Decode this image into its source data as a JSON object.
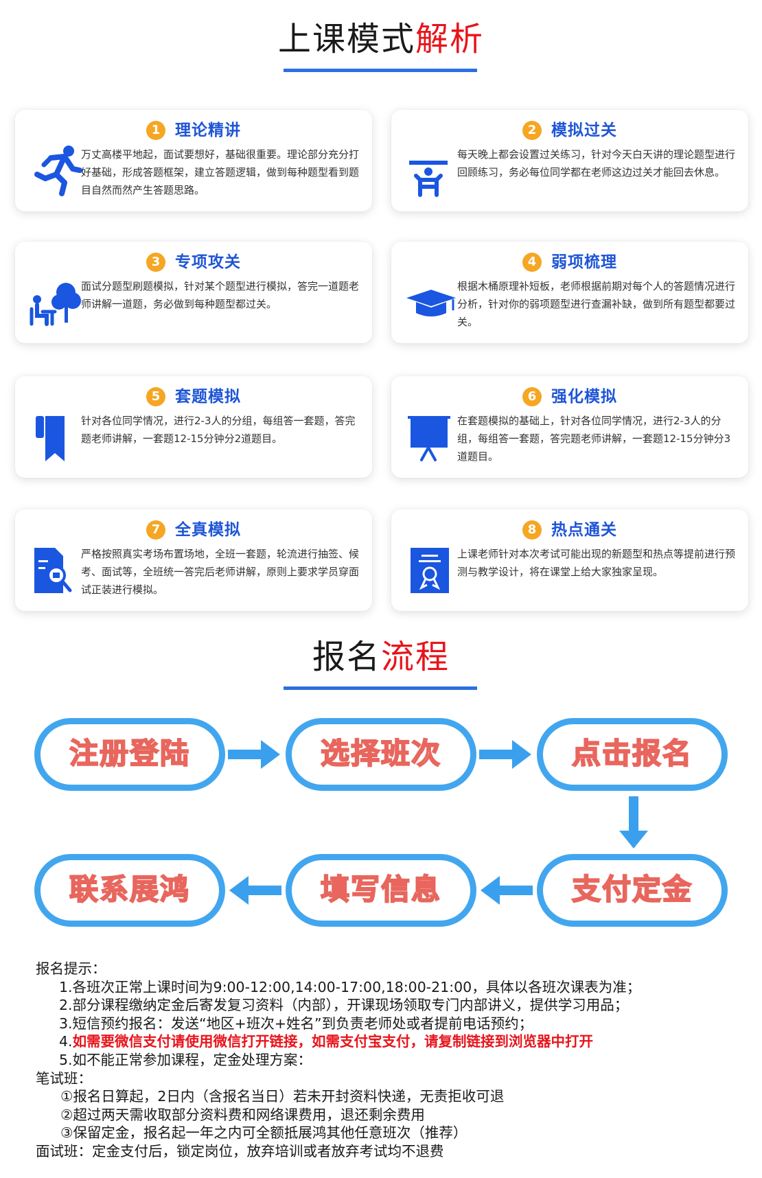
{
  "mode_section": {
    "title_main": "上课模式",
    "title_hl": "解析"
  },
  "cards": [
    {
      "num": "1",
      "title": "理论精讲",
      "icon": "running-person-icon",
      "text": "万丈高楼平地起，面试要想好，基础很重要。理论部分充分打好基础，形成答题框架，建立答题逻辑，做到每种题型看到题目自然而然产生答题思路。"
    },
    {
      "num": "2",
      "title": "模拟过关",
      "icon": "podium-chair-icon",
      "text": "每天晚上都会设置过关练习，针对今天白天讲的理论题型进行回顾练习，务必每位同学都在老师这边过关才能回去休息。"
    },
    {
      "num": "3",
      "title": "专项攻关",
      "icon": "student-desk-tree-icon",
      "text": "面试分题型刷题模拟，针对某个题型进行模拟，答完一道题老师讲解一道题，务必做到每种题型都过关。"
    },
    {
      "num": "4",
      "title": "弱项梳理",
      "icon": "graduation-cap-icon",
      "text": "根据木桶原理补短板，老师根据前期对每个人的答题情况进行分析，针对你的弱项题型进行查漏补缺，做到所有题型都要过关。"
    },
    {
      "num": "5",
      "title": "套题模拟",
      "icon": "bookmark-icon",
      "text": "针对各位同学情况，进行2-3人的分组，每组答一套题，答完题老师讲解，一套题12-15分钟分2道题目。"
    },
    {
      "num": "6",
      "title": "强化模拟",
      "icon": "presentation-board-icon",
      "text": "在套题模拟的基础上，针对各位同学情况，进行2-3人的分组，每组答一套题，答完题老师讲解，一套题12-15分钟分3道题目。"
    },
    {
      "num": "7",
      "title": "全真模拟",
      "icon": "document-search-icon",
      "text": "严格按照真实考场布置场地，全班一套题，轮流进行抽签、候考、面试等，全班统一答完后老师讲解，原则上要求学员穿面试正装进行模拟。"
    },
    {
      "num": "8",
      "title": "热点通关",
      "icon": "certificate-icon",
      "text": "上课老师针对本次考试可能出现的新题型和热点等提前进行预测与教学设计，将在课堂上给大家独家呈现。"
    }
  ],
  "flow_section": {
    "title_main": "报名",
    "title_hl": "流程"
  },
  "flow_steps": [
    "注册登陆",
    "选择班次",
    "点击报名",
    "支付定金",
    "填写信息",
    "联系展鸿"
  ],
  "notes": {
    "heading": "报名提示：",
    "items": [
      "1.各班次正常上课时间为9:00-12:00,14:00-17:00,18:00-21:00，具体以各班次课表为准；",
      "2.部分课程缴纳定金后寄发复习资料（内部），开课现场领取专门内部讲义，提供学习用品；",
      "3.短信预约报名：发送“地区+班次+姓名”到负责老师处或者提前电话预约；"
    ],
    "item4_num": "4.",
    "item4_red": "如需要微信支付请使用微信打开链接，如需支付宝支付，请复制链接到浏览器中打开",
    "item5": "5.如不能正常参加课程，定金处理方案：",
    "written_heading": "笔试班：",
    "written_items": [
      "①报名日算起，2日内（含报名当日）若未开封资料快递，无责拒收可退",
      "②超过两天需收取部分资料费和网络课费用，退还剩余费用",
      "③保留定金，报名起一年之内可全额抵展鸿其他任意班次（推荐）"
    ],
    "interview_line": "面试班：定金支付后，锁定岗位，放弃培训或者放弃考试均不退费"
  },
  "colors": {
    "accent_blue": "#1e55d6",
    "badge_orange": "#f5a623",
    "highlight_red": "#e8141b",
    "pill_border": "#42a6ef",
    "arrow_blue": "#3aa0ee"
  }
}
